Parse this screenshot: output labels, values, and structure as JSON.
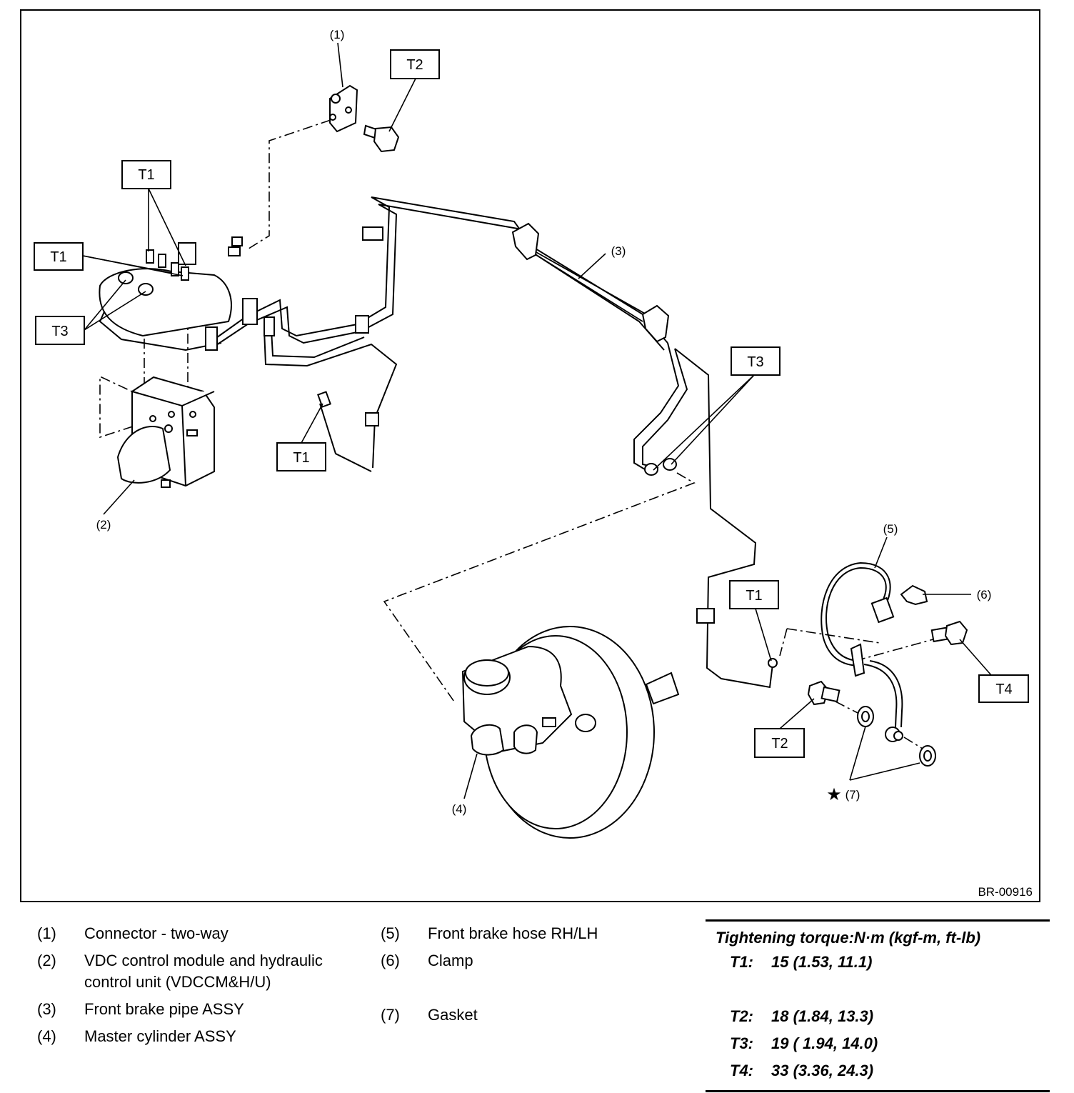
{
  "diagram": {
    "code": "BR-00916",
    "tags": {
      "t2_top": "T2",
      "t1_upper": "T1",
      "t1_left": "T1",
      "t3_left": "T3",
      "t1_center": "T1",
      "t3_right": "T3",
      "t1_right": "T1",
      "t4": "T4",
      "t2_bottom": "T2"
    },
    "callouts": {
      "c1": "(1)",
      "c2": "(2)",
      "c3": "(3)",
      "c4": "(4)",
      "c5": "(5)",
      "c6": "(6)",
      "c7": "(7)",
      "star": "★"
    }
  },
  "legend": {
    "left": [
      {
        "num": "(1)",
        "text": "Connector - two-way"
      },
      {
        "num": "(2)",
        "text": "VDC control module and hydraulic control unit (VDCCM&H/U)"
      },
      {
        "num": "(3)",
        "text": "Front brake pipe ASSY"
      },
      {
        "num": "(4)",
        "text": "Master cylinder ASSY"
      }
    ],
    "middle": [
      {
        "num": "(5)",
        "text": "Front brake hose RH/LH"
      },
      {
        "num": "(6)",
        "text": "Clamp"
      },
      {
        "num": "(7)",
        "text": "Gasket"
      }
    ]
  },
  "torque": {
    "title": "Tightening torque:N·m (kgf-m, ft-lb)",
    "rows": [
      {
        "key": "T1:",
        "value": "15 (1.53, 11.1)"
      },
      {
        "key": "T2:",
        "value": "18 (1.84, 13.3)"
      },
      {
        "key": "T3:",
        "value": "19 ( 1.94, 14.0)"
      },
      {
        "key": "T4:",
        "value": "33 (3.36, 24.3)"
      }
    ]
  }
}
